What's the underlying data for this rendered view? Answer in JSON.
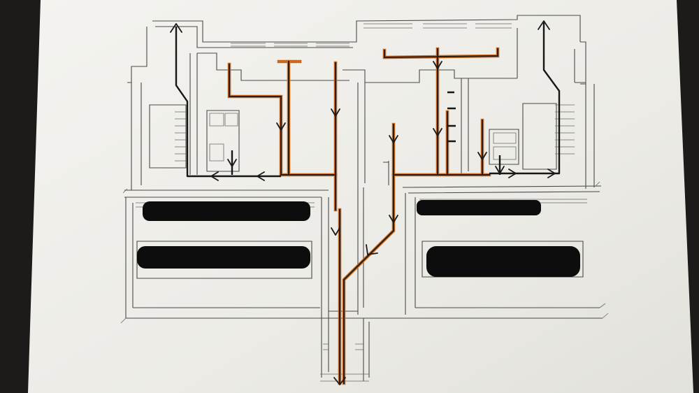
{
  "image": {
    "subject": "",
    "colors": {
      "paper": "#efeee9",
      "background": "#1c1b19",
      "pipe": "#c86a1e",
      "ink": "#1a1a1a",
      "redaction": "#0d0d0d"
    }
  },
  "redactions": [
    {
      "id": "top-left"
    },
    {
      "id": "bottom-left"
    },
    {
      "id": "top-right"
    },
    {
      "id": "bottom-right"
    }
  ]
}
